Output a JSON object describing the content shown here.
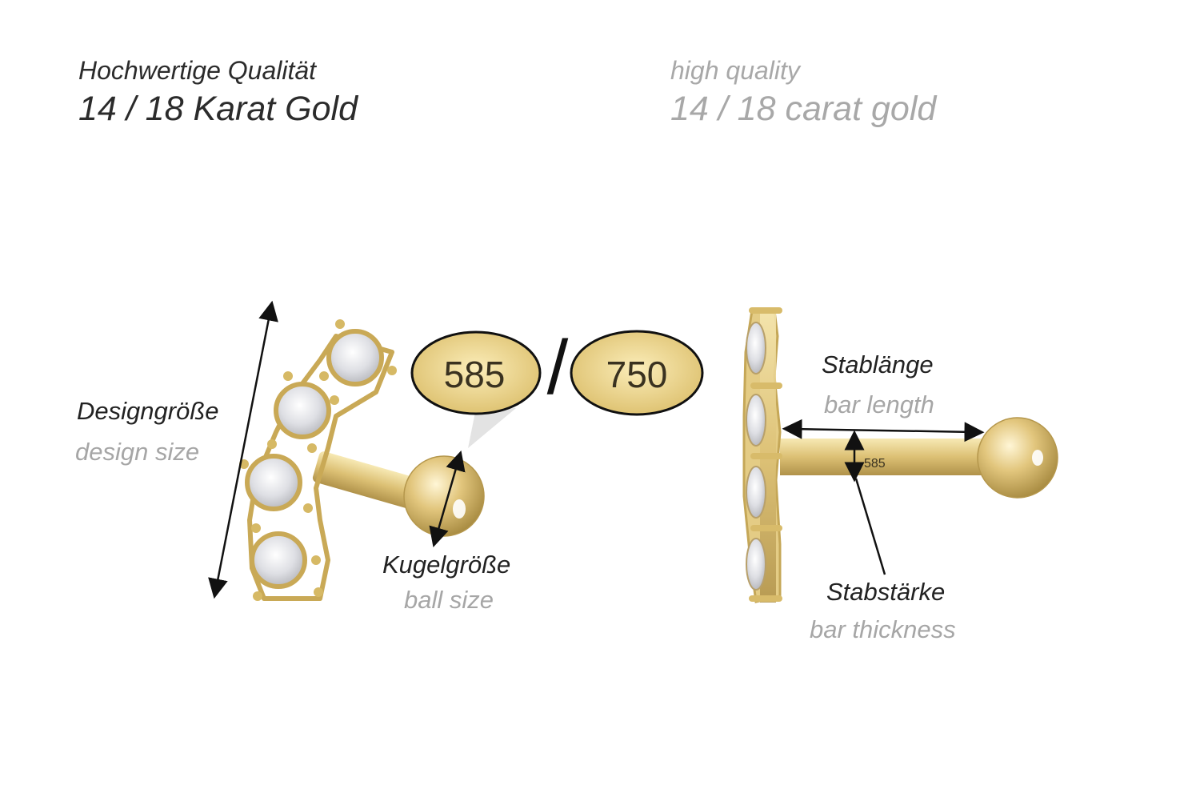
{
  "header": {
    "de_line1": "Hochwertige Qualität",
    "de_line2": "14 / 18 Karat Gold",
    "en_line1": "high quality",
    "en_line2": "14 / 18 carat gold"
  },
  "labels": {
    "design_size_de": "Designgröße",
    "design_size_en": "design size",
    "ball_size_de": "Kugelgröße",
    "ball_size_en": "ball size",
    "bar_length_de": "Stablänge",
    "bar_length_en": "bar length",
    "bar_thickness_de": "Stabstärke",
    "bar_thickness_en": "bar thickness"
  },
  "stamps": {
    "gold_14k": "585",
    "separator": "/",
    "gold_18k": "750",
    "bar_stamp": "585"
  },
  "colors": {
    "gold_light": "#f5e3a3",
    "gold_mid": "#dcc074",
    "gold_dark": "#a88a3e",
    "stone": "#e9e9ee",
    "dark_text": "#2b2b2b",
    "grey_text": "#a8a8a8"
  }
}
